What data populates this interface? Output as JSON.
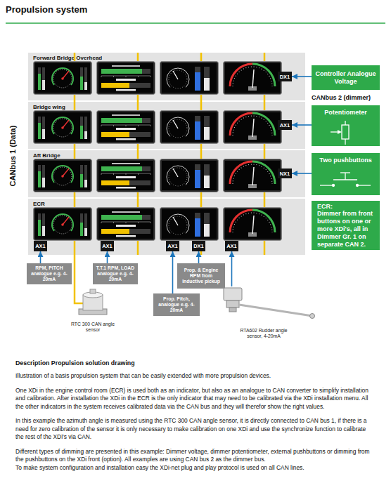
{
  "diagram": {
    "title": "Propulsion system",
    "nodes": [
      {
        "text": [
          "Forward Bridge Overhead"
        ]
      },
      {
        "text": [
          "DX1"
        ],
        "in": 0
      },
      {
        "text": [
          "Bridge wing"
        ]
      },
      {
        "text": [
          "AX1"
        ],
        "in": 2
      },
      {
        "text": [
          "Aft Bridge"
        ]
      },
      {
        "text": [
          "NX1"
        ],
        "in": 4
      },
      {
        "text": [
          "ECR"
        ]
      },
      {
        "text": [
          "AX1"
        ],
        "in": 6
      },
      {
        "text": [
          "AX1"
        ],
        "in": 6
      },
      {
        "text": [
          "AX1"
        ],
        "in": 6
      },
      {
        "text": [
          "DX1"
        ],
        "in": 6
      },
      {
        "text": [
          "AX1"
        ],
        "in": 6
      },
      {
        "text": [
          "Controller Analogue Voltage"
        ]
      },
      {
        "text": [
          "Potentiometer"
        ]
      },
      {
        "text": [
          "Two pushbuttons"
        ]
      },
      {
        "text": [
          "ECR:",
          "Dimmer from front buttons on one or more XDi's, all in Dimmer Gr. 1 on separate CAN 2."
        ]
      },
      {
        "text": [
          "RPM, PITCH analogue e.g. 4-20mA"
        ]
      },
      {
        "text": [
          "T.T.1 RPM, LOAD analogue e.g. 4-20mA"
        ]
      },
      {
        "text": [
          "Prop. & Engine RPM from Inductive pickup"
        ]
      },
      {
        "text": [
          "Prop. Pitch, analogue e.g. 4-20mA"
        ]
      },
      {
        "text": [
          "RTC 300 CAN angle sensor"
        ]
      },
      {
        "text": [
          "RTA602 Rudder angle sensor, 4-20mA"
        ]
      }
    ],
    "edges": [
      {
        "from": 12,
        "to": 1,
        "arrow": "to"
      },
      {
        "from": 13,
        "to": 3,
        "arrow": "to"
      },
      {
        "from": 14,
        "to": 5,
        "arrow": "to"
      },
      {
        "from": 16,
        "to": 7,
        "arrow": "to"
      },
      {
        "from": 17,
        "to": 8,
        "arrow": "to"
      },
      {
        "from": 19,
        "to": 9,
        "arrow": "to"
      },
      {
        "from": 18,
        "to": 10,
        "arrow": "to"
      },
      {
        "from": 21,
        "to": 11,
        "arrow": "to"
      }
    ],
    "labels": [
      "CANbus 2 (dimmer)",
      "CANbus 1 (Data)",
      "Description Propulsion solution drawing",
      "Illustration of a basis propulsion system that can be easily extended with more propulsion devices.",
      "One XDi in the engine control room (ECR) is used both as an indicator, but also as an analogue to CAN converter to simplify installation and calibration. After installation the XDi in the ECR is the only indicator that may need to be calibrated via the XDi installation menu. All the other indicators in the system receives calibrated data via the CAN bus and they will therefor show the right values.",
      "In this example the azimuth angle is measured using the RTC 300 CAN angle sensor, it is directly connected to CAN bus 1, if there is a need for zero calibration of the sensor it is only necessary to make calibration on one XDi and use the synchronize function to calibrate the rest of the XDi's via CAN.",
      "Different types of dimming are presented in this example: Dimmer voltage, dimmer potentiometer, external pushbuttons or dimming from the pushbuttons on the XDi front (option). All examples are using CAN bus 2 as the dimmer bus.",
      "To make system configuration and installation easy the XDi-net plug and play protocol is used on all CAN lines."
    ]
  }
}
